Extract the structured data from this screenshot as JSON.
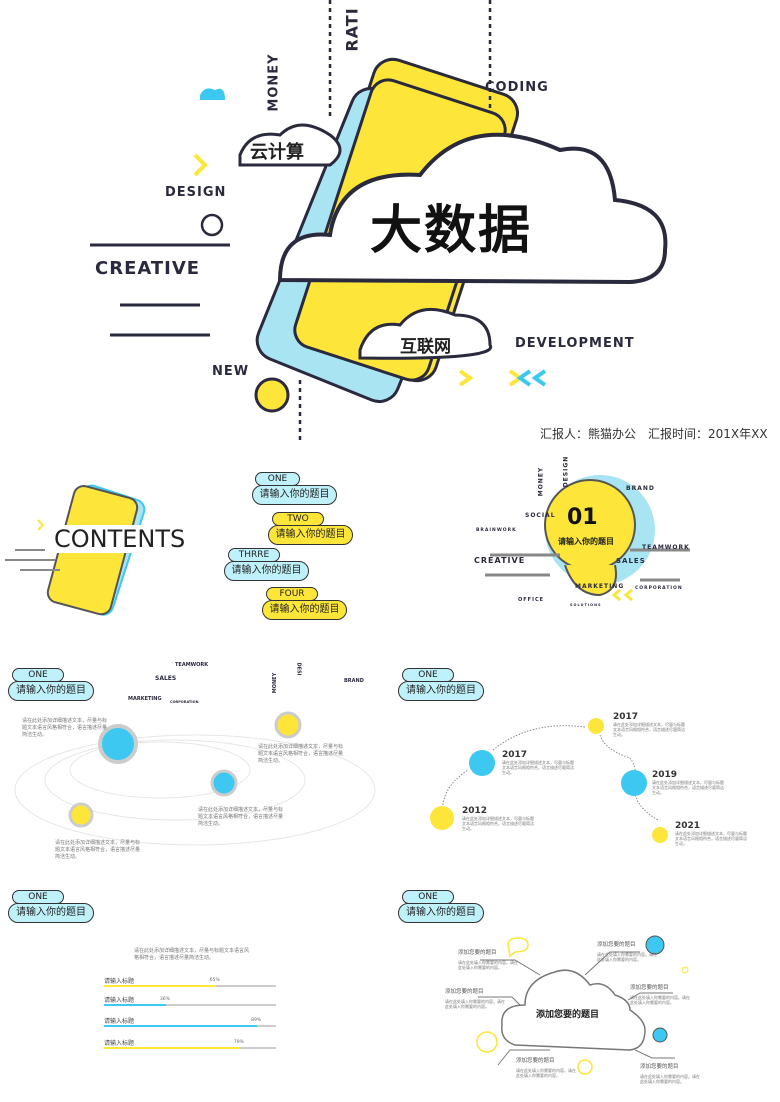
{
  "cover": {
    "title": "大数据",
    "tag_cloud": "云计算",
    "tag_internet": "互联网",
    "words": [
      "RATI",
      "MONEY",
      "CODING",
      "DESIGN",
      "CREATIVE",
      "NEW",
      "DEVELOPMENT"
    ],
    "reporter": "汇报人：熊猫办公",
    "report_time": "汇报时间：201X年XX",
    "colors": {
      "yellow": "#fde53a",
      "cyan": "#3cc8f0",
      "ink": "#2a2a3e"
    }
  },
  "contents": {
    "title": "CONTENTS",
    "items": [
      {
        "label": "ONE",
        "title": "请输入你的题目",
        "color": "cyan"
      },
      {
        "label": "TWO",
        "title": "请输入你的题目",
        "color": "yellow"
      },
      {
        "label": "THRRE",
        "title": "请输入你的题目",
        "color": "cyan"
      },
      {
        "label": "FOUR",
        "title": "请输入你的题目",
        "color": "yellow"
      }
    ]
  },
  "section": {
    "number": "01",
    "title": "请输入你的题目",
    "words": [
      "MONEY",
      "DESIGN",
      "BRAND",
      "SOCIAL",
      "BRAINWORK",
      "TEAMWORK",
      "CREATIVE",
      "SALES",
      "MARKETING",
      "CORPORATION",
      "OFFICE",
      "SOLUTIONS"
    ]
  },
  "header": {
    "label": "ONE",
    "title": "请输入你的题目",
    "words": [
      "TEAMWORK",
      "SALES",
      "MARKETING",
      "CORPORATION",
      "MONEY",
      "DESI",
      "BRAND"
    ]
  },
  "orbit": {
    "texts": [
      "请在此处添加详细描述文本，尽量与标题文本语言风格相符合，语言描述尽量简洁生动。",
      "请在此处添加详细描述文本，尽量与标题文本语言风格相符合，语言描述尽量简洁生动。",
      "请在此处添加详细描述文本，尽量与标题文本语言风格相符合，语言描述尽量简洁生动。",
      "请在此处添加详细描述文本，尽量与标题文本语言风格相符合，语言描述尽量简洁生动。"
    ]
  },
  "timeline": {
    "items": [
      {
        "year": "2012",
        "text": "请在此处添加详细描述文本，尽量与标题文本语言风格相符合，语言描述尽量简洁生动。",
        "icon": "search-icon"
      },
      {
        "year": "2017",
        "text": "请在此处添加详细描述文本，尽量与标题文本语言风格相符合，语言描述尽量简洁生动。",
        "icon": "wifi-icon"
      },
      {
        "year": "2017",
        "text": "请在此处添加详细描述文本，尽量与标题文本语言风格相符合，语言描述尽量简洁生动。",
        "icon": "power-icon"
      },
      {
        "year": "2019",
        "text": "请在此处添加详细描述文本，尽量与标题文本语言风格相符合，语言描述尽量简洁生动。",
        "icon": "antenna-icon"
      },
      {
        "year": "2021",
        "text": "请在此处添加详细描述文本，尽量与标题文本语言风格相符合，语言描述尽量简洁生动。",
        "icon": "chat-icon"
      }
    ]
  },
  "progress": {
    "intro": "请在此处添加详细描述文本，尽量与标题文本语言风格相符合，语言描述尽量简洁生动。",
    "bars": [
      {
        "label": "请输入标题",
        "value": 65,
        "pct": "65%",
        "color": "#fde53a"
      },
      {
        "label": "请输入标题",
        "value": 36,
        "pct": "36%",
        "color": "#3cc8f0"
      },
      {
        "label": "请输入标题",
        "value": 89,
        "pct": "89%",
        "color": "#3cc8f0"
      },
      {
        "label": "请输入标题",
        "value": 79,
        "pct": "79%",
        "color": "#fde53a"
      }
    ]
  },
  "cloudmap": {
    "center": "添加您要的题目",
    "items": [
      {
        "title": "添加您要的题目",
        "text": "请在此处填入你需要的内容。请在此处填入你需要的内容。"
      },
      {
        "title": "添加您要的题目",
        "text": "请在此处填入你需要的内容。请在此处填入你需要的内容。"
      },
      {
        "title": "添加您要的题目",
        "text": "请在此处填入你需要的内容。请在此处填入你需要的内容。"
      },
      {
        "title": "添加您要的题目",
        "text": "请在此处填入你需要的内容。请在此处填入你需要的内容。"
      },
      {
        "title": "添加您要的题目",
        "text": "请在此处填入你需要的内容。请在此处填入你需要的内容。"
      },
      {
        "title": "添加您要的题目",
        "text": "请在此处填入你需要的内容。请在此处填入你需要的内容。"
      }
    ]
  }
}
